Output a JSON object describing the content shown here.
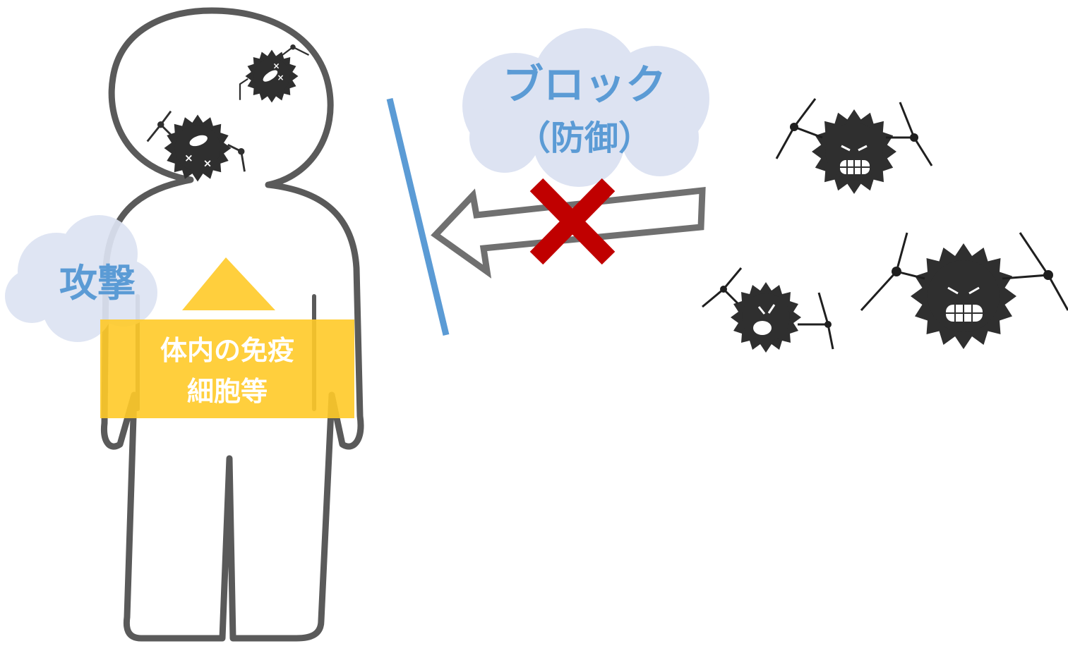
{
  "block_label": {
    "line1": "ブロック",
    "line2": "（防御）"
  },
  "attack_label": "攻撃",
  "immune_label": {
    "line1": "体内の免疫",
    "line2": "細胞等"
  },
  "colors": {
    "cloud_fill": "#dde3f2",
    "cloud_text": "#5b9bd5",
    "barrier_line": "#5b9bd5",
    "arrow_fill": "#ffca28",
    "cross": "#c00000",
    "outline": "#5a5a5a",
    "virus": "#2f2f2f"
  }
}
